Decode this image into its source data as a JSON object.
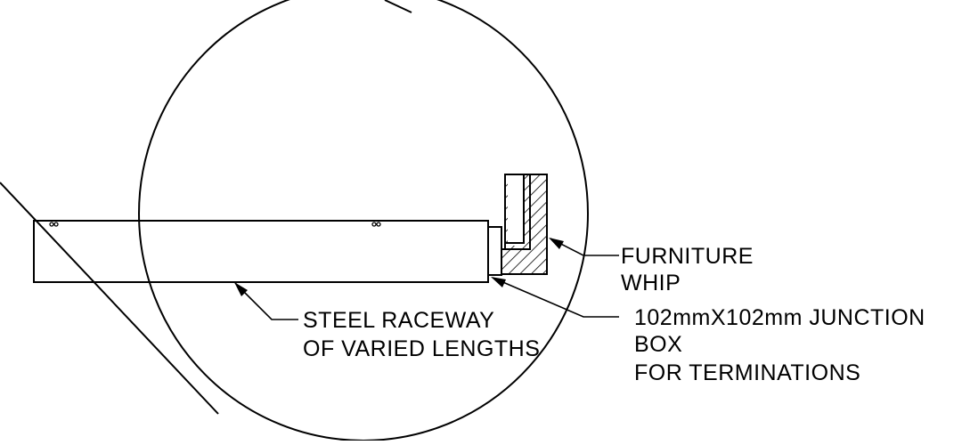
{
  "labels": {
    "furniture_whip": [
      "FURNITURE",
      "WHIP"
    ],
    "junction_box": [
      "102mmX102mm JUNCTION",
      "BOX",
      "FOR TERMINATIONS"
    ],
    "raceway": [
      "STEEL RACEWAY",
      "OF VARIED LENGTHS"
    ]
  },
  "colors": {
    "line": "#000000",
    "background": "#ffffff"
  }
}
